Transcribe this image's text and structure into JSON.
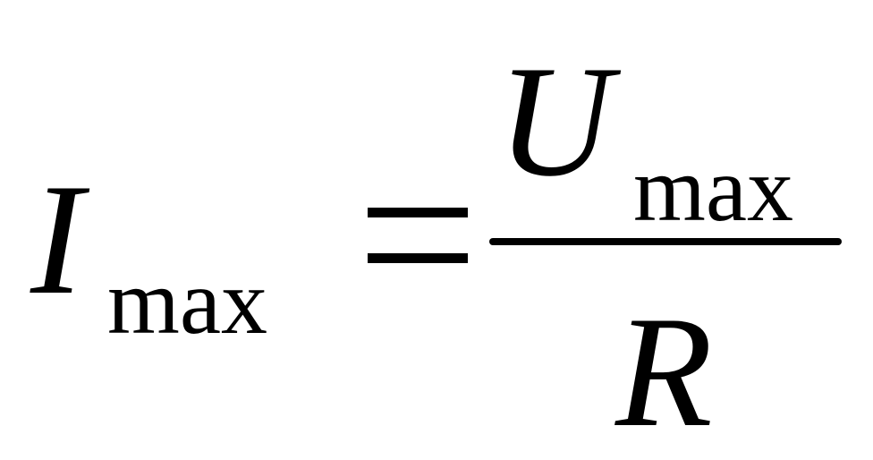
{
  "formula": {
    "lhs": {
      "symbol": "I",
      "subscript": "max"
    },
    "relation": "=",
    "rhs": {
      "numerator": {
        "symbol": "U",
        "subscript": "max"
      },
      "denominator": {
        "symbol": "R"
      }
    }
  },
  "colors": {
    "ink": "#000000",
    "background": "#ffffff"
  }
}
